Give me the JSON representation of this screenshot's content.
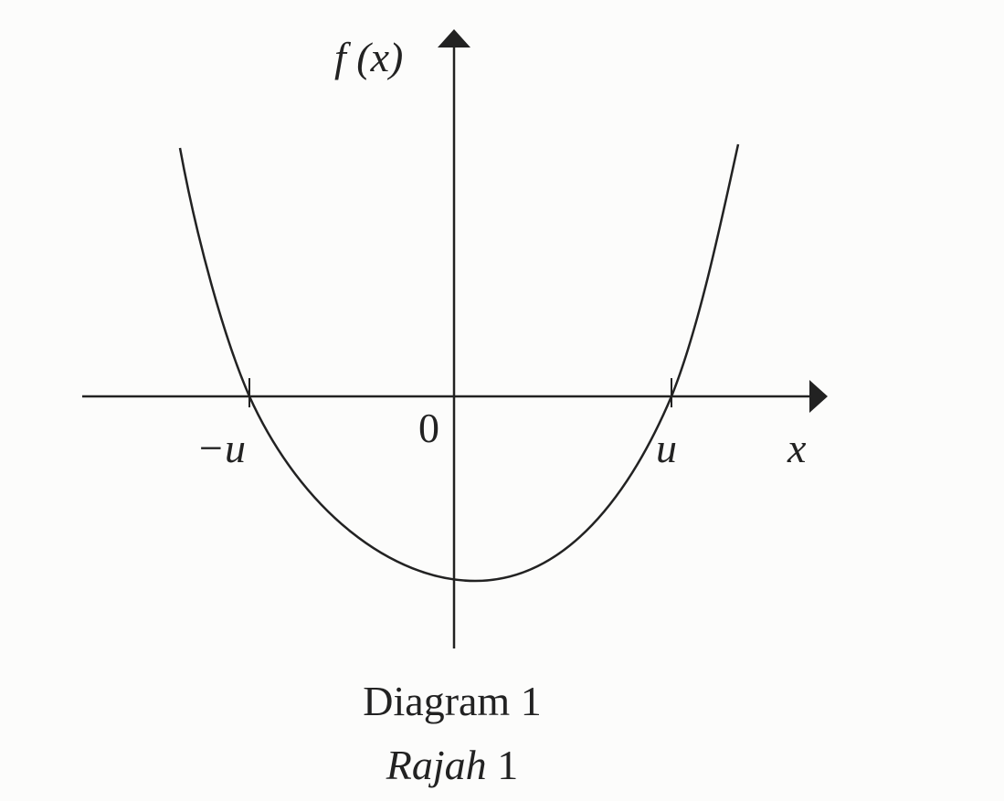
{
  "diagram": {
    "y_axis_label": "f (x)",
    "x_axis_label": "x",
    "origin_label": "0",
    "left_root_label": "−u",
    "right_root_label": "u",
    "caption_en": "Diagram 1",
    "caption_ms_word": "Rajah",
    "caption_ms_number": "1",
    "stroke_color": "#222222"
  }
}
